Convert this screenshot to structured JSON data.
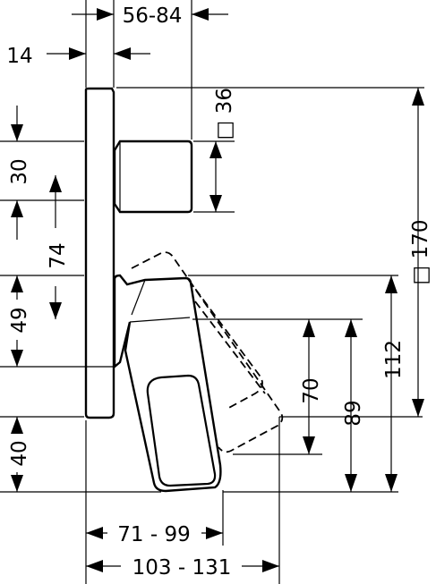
{
  "dimensions": {
    "plate_thickness": "14",
    "depth_range": "56-84",
    "handle_square": "□ 36",
    "plate_square": "□ 170",
    "handle_height": "30",
    "upper_offset": "74",
    "spout_offset": "49",
    "bottom_offset": "40",
    "spout_height_1": "70",
    "spout_height_2": "89",
    "spout_height_3": "112",
    "projection_min": "71 - 99",
    "projection_max": "103 - 131"
  }
}
